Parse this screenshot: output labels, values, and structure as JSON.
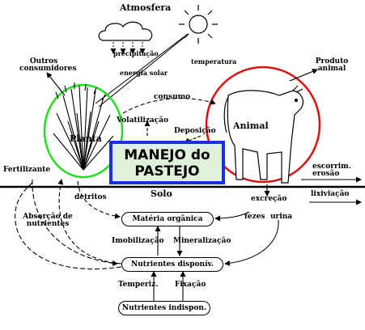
{
  "labels": {
    "atmosfera": "Atmosfera",
    "precipitacao": "precipitação",
    "temperatura": "temperatura",
    "energia_solar": "energia solar",
    "outros_consumidores": "Outros consumidores",
    "produto_animal": "Produto animal",
    "consumo": "consumo",
    "volatilizacao": "Volatilização",
    "deposicao": "Deposição",
    "planta": "Planta",
    "animal": "Animal",
    "fertilizante": "Fertilizante",
    "solo": "Solo",
    "escorrim_erosao": "escorrim. erosão",
    "lixiviacao": "lixiviação",
    "detritos": "detritos",
    "excrecao": "excreção",
    "fezes": "fezes",
    "urina": "urina",
    "absorcao": "Absorção de nutrientes",
    "imobilizacao": "Imobilização",
    "mineralizacao": "Mineralização",
    "temperiz": "Temperiz.",
    "fixacao": "Fixação"
  },
  "boxes": {
    "materia_organica": "Matéria orgânica",
    "nutrientes_disponiv": "Nutrientes disponív.",
    "nutrientes_indispon": "Nutrientes indispon."
  },
  "center": {
    "line1": "MANEJO do",
    "line2": "PASTEJO"
  },
  "colors": {
    "plant_circle": "#22dd22",
    "animal_circle": "#e01010",
    "center_border": "#1b2ee0",
    "center_fill": "#dff2d9"
  }
}
